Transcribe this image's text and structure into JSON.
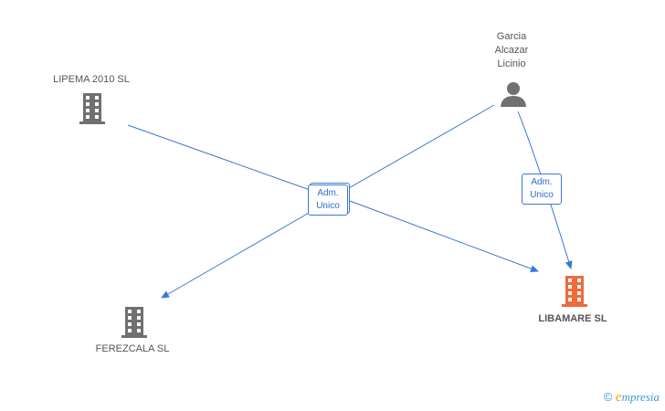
{
  "nodes": {
    "lipema": {
      "name": "LIPEMA 2010  SL",
      "type": "company"
    },
    "garcia": {
      "name_lines": [
        "Garcia",
        "Alcazar",
        "Licinio"
      ],
      "type": "person"
    },
    "libamare": {
      "name": "LIBAMARE SL",
      "type": "company",
      "highlight": true
    },
    "ferezcala": {
      "name": "FEREZCALA SL",
      "type": "company"
    }
  },
  "relations": [
    {
      "id": "center",
      "lines": [
        "Adm.",
        "Unico"
      ]
    },
    {
      "id": "right",
      "lines": [
        "Adm.",
        "Unico"
      ]
    }
  ],
  "colors": {
    "company": "#707070",
    "highlight": "#f06a3c",
    "person": "#707070",
    "link": "#3a78d6"
  },
  "footer": {
    "copyright": "©",
    "brand_initial": "e",
    "brand_rest": "mpresia"
  }
}
